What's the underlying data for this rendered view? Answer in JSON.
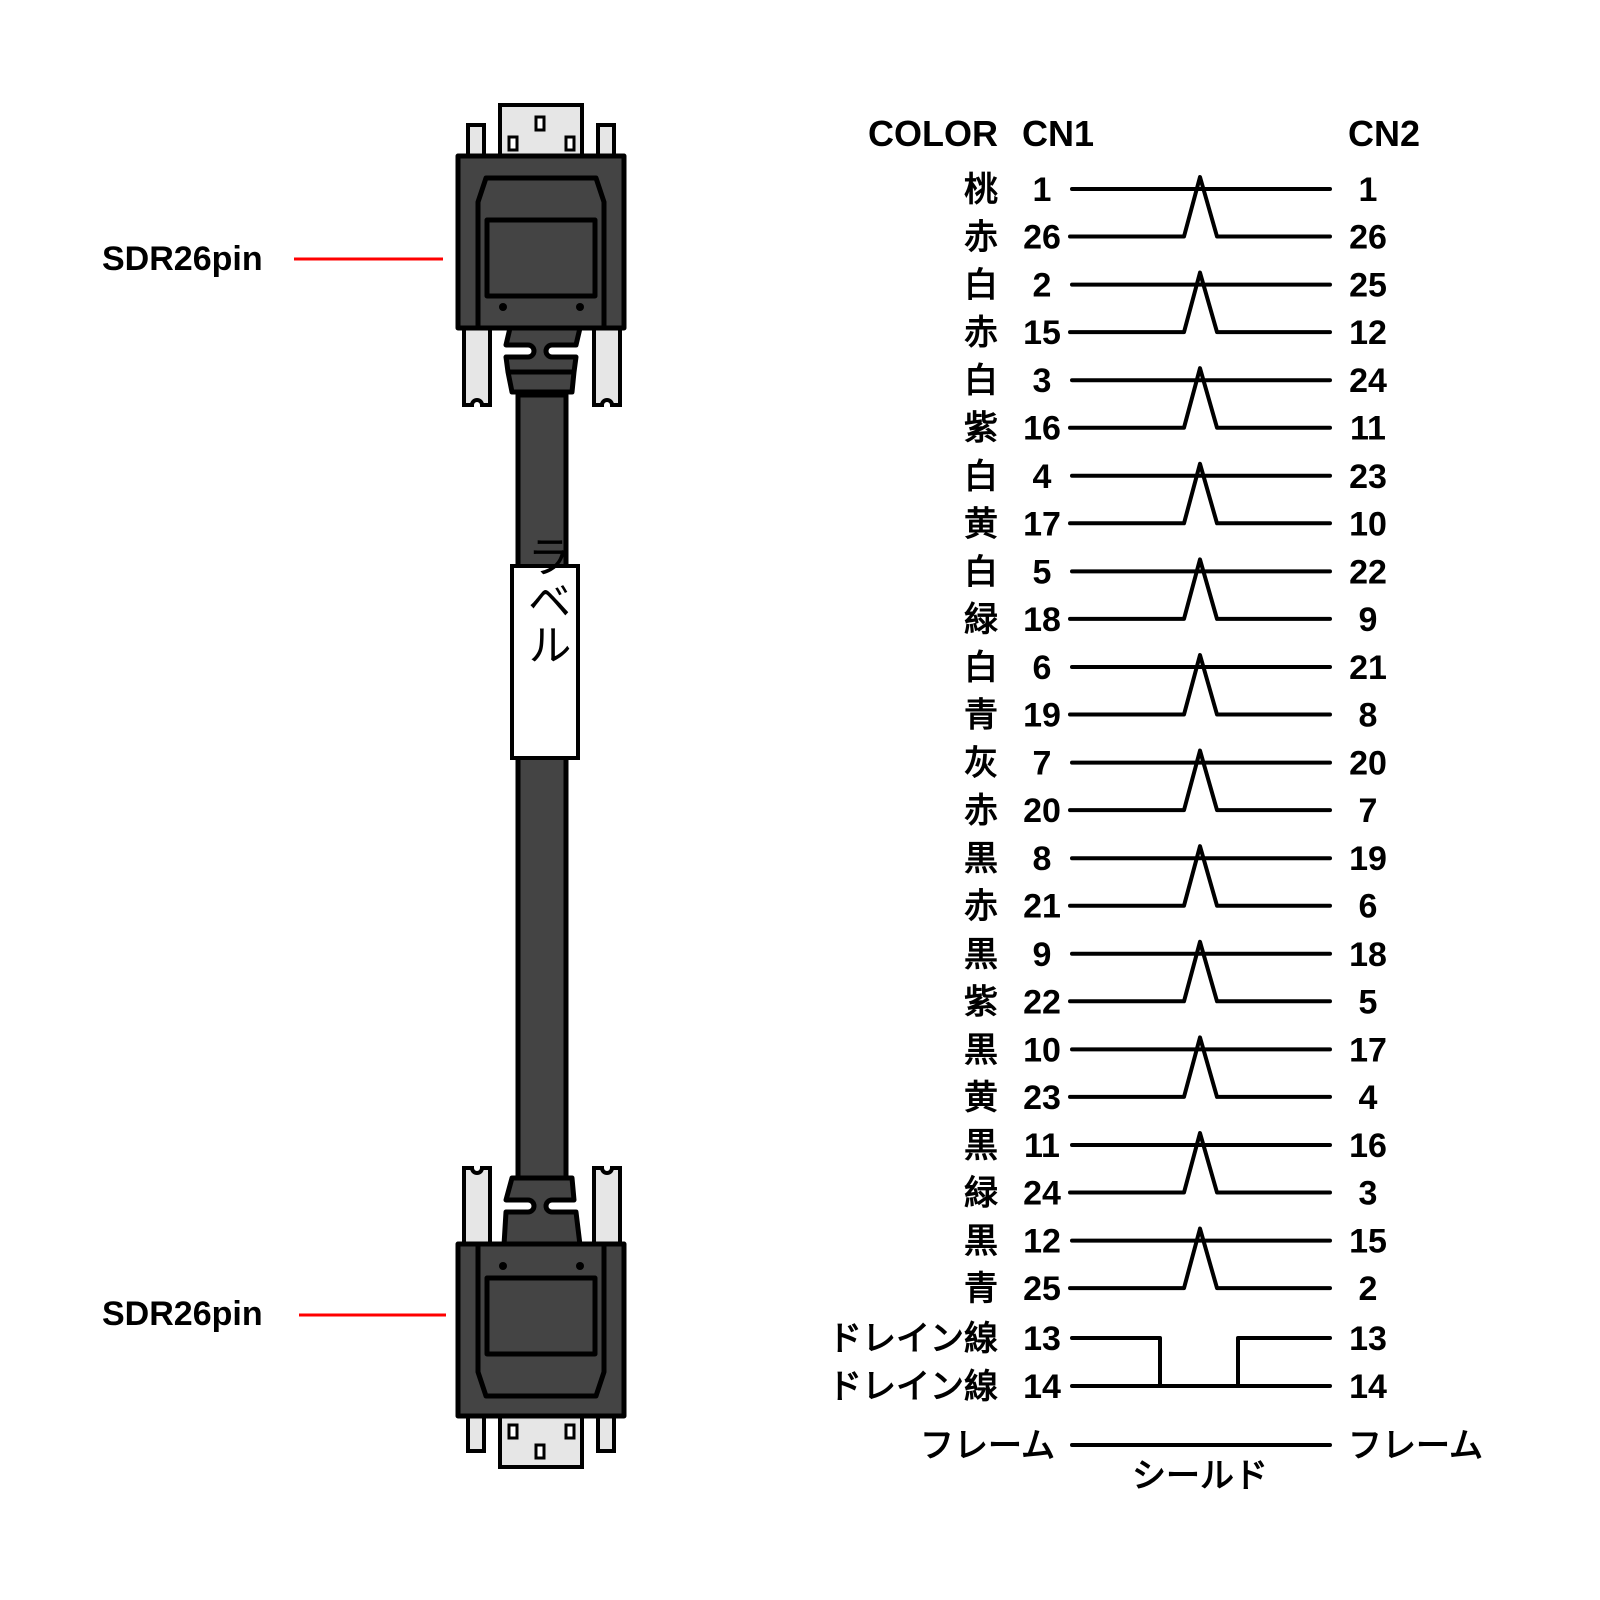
{
  "connectors": {
    "top_label": "SDR26pin",
    "bottom_label": "SDR26pin",
    "leader_color": "#ff0000",
    "cable_label": "ラベル"
  },
  "header": {
    "color": "COLOR",
    "cn1": "CN1",
    "cn2": "CN2"
  },
  "pairs": [
    {
      "top": {
        "color": "桃",
        "cn1": "1",
        "cn2": "1"
      },
      "bottom": {
        "color": "赤",
        "cn1": "26",
        "cn2": "26"
      }
    },
    {
      "top": {
        "color": "白",
        "cn1": "2",
        "cn2": "25"
      },
      "bottom": {
        "color": "赤",
        "cn1": "15",
        "cn2": "12"
      }
    },
    {
      "top": {
        "color": "白",
        "cn1": "3",
        "cn2": "24"
      },
      "bottom": {
        "color": "紫",
        "cn1": "16",
        "cn2": "11"
      }
    },
    {
      "top": {
        "color": "白",
        "cn1": "4",
        "cn2": "23"
      },
      "bottom": {
        "color": "黄",
        "cn1": "17",
        "cn2": "10"
      }
    },
    {
      "top": {
        "color": "白",
        "cn1": "5",
        "cn2": "22"
      },
      "bottom": {
        "color": "緑",
        "cn1": "18",
        "cn2": "9"
      }
    },
    {
      "top": {
        "color": "白",
        "cn1": "6",
        "cn2": "21"
      },
      "bottom": {
        "color": "青",
        "cn1": "19",
        "cn2": "8"
      }
    },
    {
      "top": {
        "color": "灰",
        "cn1": "7",
        "cn2": "20"
      },
      "bottom": {
        "color": "赤",
        "cn1": "20",
        "cn2": "7"
      }
    },
    {
      "top": {
        "color": "黒",
        "cn1": "8",
        "cn2": "19"
      },
      "bottom": {
        "color": "赤",
        "cn1": "21",
        "cn2": "6"
      }
    },
    {
      "top": {
        "color": "黒",
        "cn1": "9",
        "cn2": "18"
      },
      "bottom": {
        "color": "紫",
        "cn1": "22",
        "cn2": "5"
      }
    },
    {
      "top": {
        "color": "黒",
        "cn1": "10",
        "cn2": "17"
      },
      "bottom": {
        "color": "黄",
        "cn1": "23",
        "cn2": "4"
      }
    },
    {
      "top": {
        "color": "黒",
        "cn1": "11",
        "cn2": "16"
      },
      "bottom": {
        "color": "緑",
        "cn1": "24",
        "cn2": "3"
      }
    },
    {
      "top": {
        "color": "黒",
        "cn1": "12",
        "cn2": "15"
      },
      "bottom": {
        "color": "青",
        "cn1": "25",
        "cn2": "2"
      }
    }
  ],
  "drain": [
    {
      "color": "ドレイン線",
      "cn1": "13",
      "cn2": "13"
    },
    {
      "color": "ドレイン線",
      "cn1": "14",
      "cn2": "14"
    }
  ],
  "frame": {
    "left": "フレーム",
    "right": "フレーム",
    "shield": "シールド"
  }
}
